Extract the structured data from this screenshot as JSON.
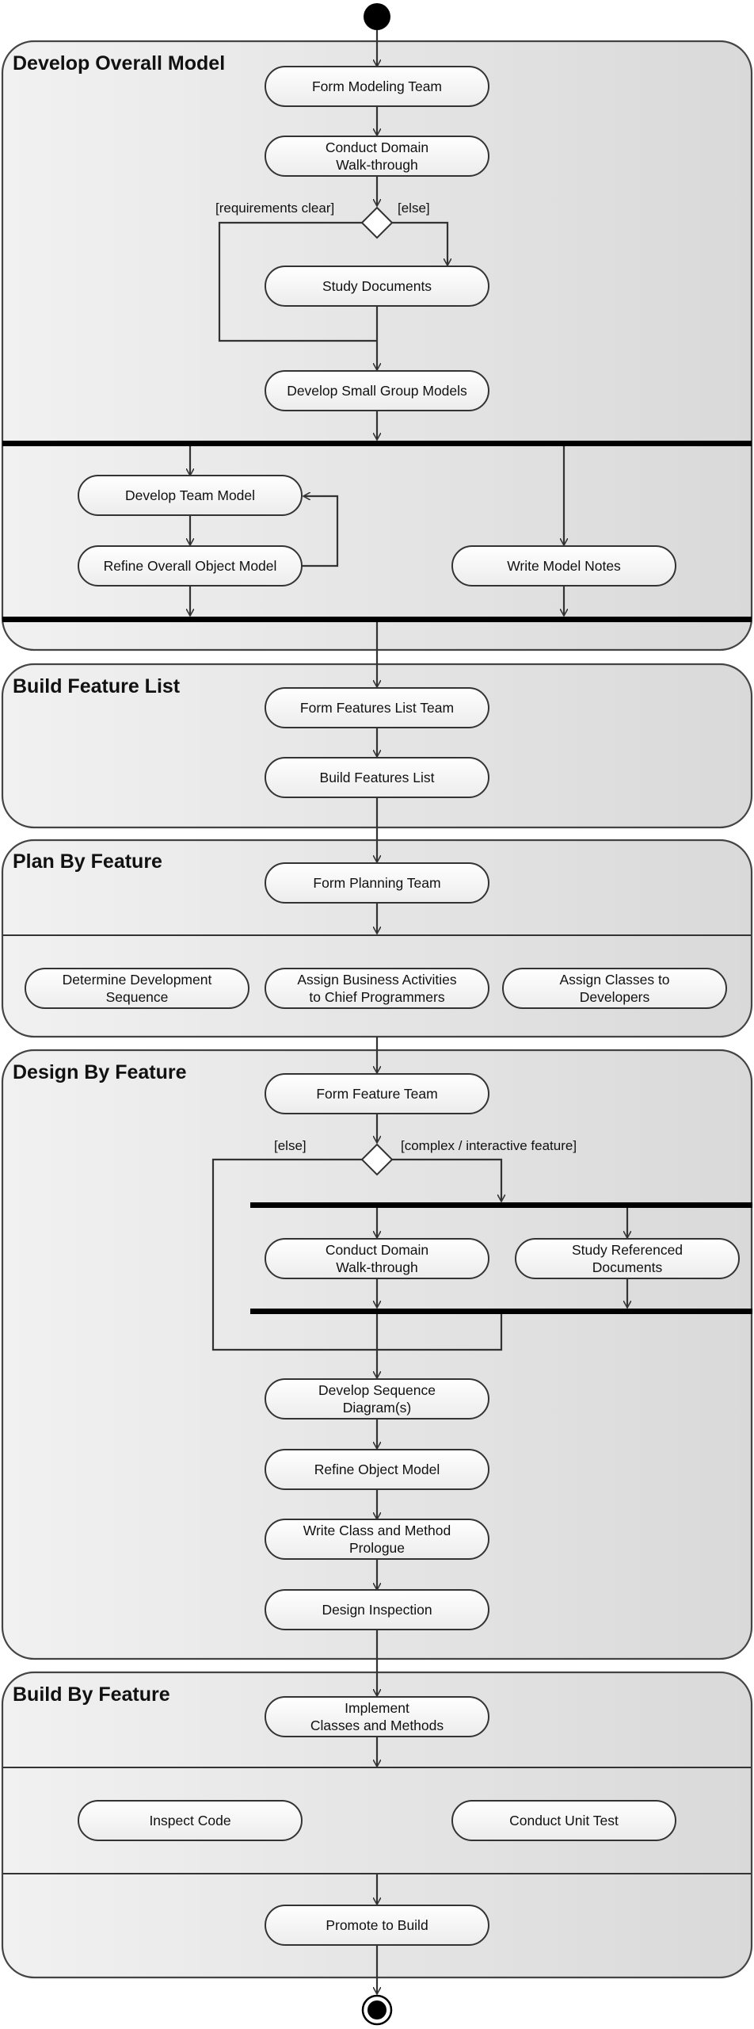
{
  "phases": {
    "develop_overall_model": "Develop Overall Model",
    "build_feature_list": "Build Feature List",
    "plan_by_feature": "Plan By Feature",
    "design_by_feature": "Design By Feature",
    "build_by_feature": "Build By Feature"
  },
  "activities": {
    "form_modeling_team": [
      "Form Modeling Team"
    ],
    "conduct_domain_walkthrough_1": [
      "Conduct Domain",
      "Walk-through"
    ],
    "study_documents": [
      "Study Documents"
    ],
    "develop_small_group_models": [
      "Develop Small Group Models"
    ],
    "develop_team_model": [
      "Develop Team Model"
    ],
    "refine_overall_object_model": [
      "Refine Overall Object Model"
    ],
    "write_model_notes": [
      "Write Model Notes"
    ],
    "form_features_list_team": [
      "Form Features List Team"
    ],
    "build_features_list": [
      "Build Features List"
    ],
    "form_planning_team": [
      "Form Planning Team"
    ],
    "determine_development_sequence": [
      "Determine Development",
      "Sequence"
    ],
    "assign_business_activities": [
      "Assign Business Activities",
      "to Chief Programmers"
    ],
    "assign_classes_to_developers": [
      "Assign Classes to",
      "Developers"
    ],
    "form_feature_team": [
      "Form Feature Team"
    ],
    "conduct_domain_walkthrough_2": [
      "Conduct Domain",
      "Walk-through"
    ],
    "study_referenced_documents": [
      "Study Referenced",
      "Documents"
    ],
    "develop_sequence_diagrams": [
      "Develop Sequence",
      "Diagram(s)"
    ],
    "refine_object_model": [
      "Refine Object Model"
    ],
    "write_class_and_method_prologue": [
      "Write Class and Method",
      "Prologue"
    ],
    "design_inspection": [
      "Design Inspection"
    ],
    "implement_classes_and_methods": [
      "Implement",
      "Classes and Methods"
    ],
    "inspect_code": [
      "Inspect Code"
    ],
    "conduct_unit_test": [
      "Conduct Unit Test"
    ],
    "promote_to_build": [
      "Promote to Build"
    ]
  },
  "guards": {
    "requirements_clear": "[requirements clear]",
    "else_1": "[else]",
    "else_2": "[else]",
    "complex_interactive": "[complex / interactive feature]"
  }
}
